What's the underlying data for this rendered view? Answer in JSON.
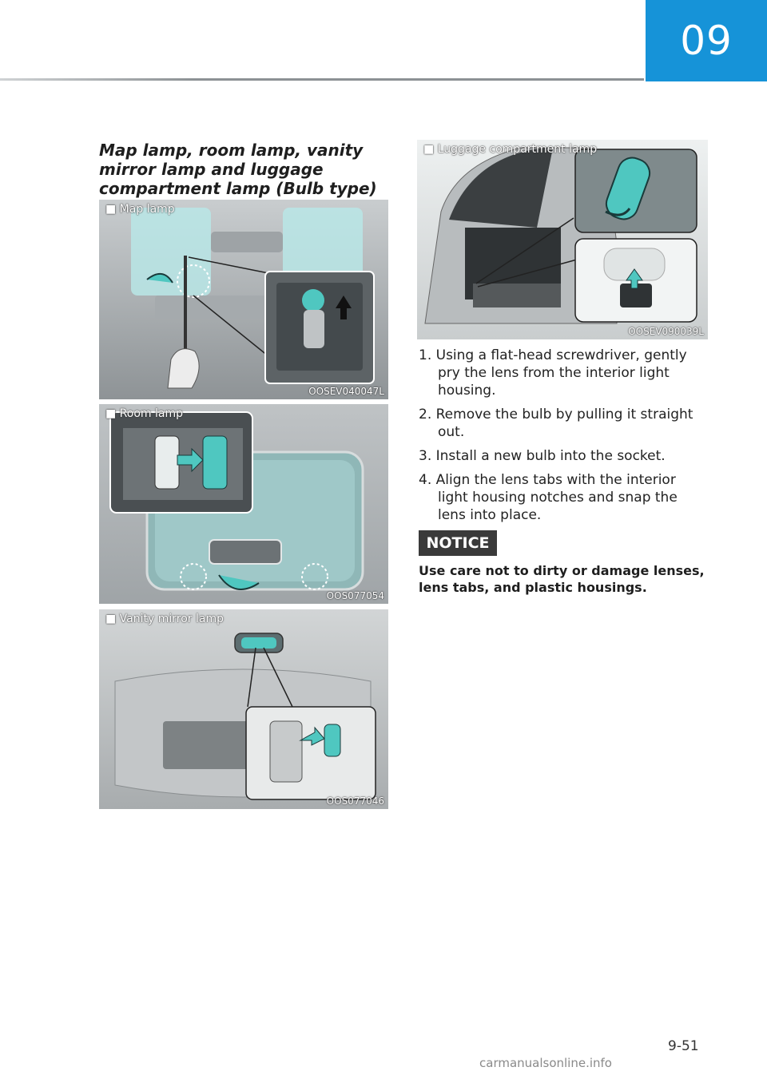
{
  "chapter": {
    "number": "09"
  },
  "section": {
    "heading": "Map lamp, room lamp, vanity mirror lamp and luggage compartment lamp (Bulb type)"
  },
  "figures": {
    "map": {
      "caption": "■ Map lamp",
      "code": "OOSEV040047L"
    },
    "room": {
      "caption": "■ Room lamp",
      "code": "OOS077054"
    },
    "vanity": {
      "caption": "■ Vanity mirror lamp",
      "code": "OOS077046"
    },
    "luggage": {
      "caption": "■ Luggage compartment lamp",
      "code": "OOSEV090039L"
    }
  },
  "steps": [
    "1. Using a flat-head screwdriver, gently pry the lens from the interior light housing.",
    "2. Remove the bulb by pulling it straight out.",
    "3. Install a new bulb into the socket.",
    "4. Align the lens tabs with the interior light housing notches and snap the lens into place."
  ],
  "notice": {
    "label": "NOTICE",
    "text": "Use care not to dirty or damage lenses, lens tabs, and plastic housings."
  },
  "page": {
    "number": "9-51"
  },
  "footer": {
    "watermark": "carmanualsonline.info"
  },
  "colors": {
    "accent": "#1693d8",
    "highlight": "#4fc7c0",
    "notice_bg": "#3a3a3a"
  }
}
